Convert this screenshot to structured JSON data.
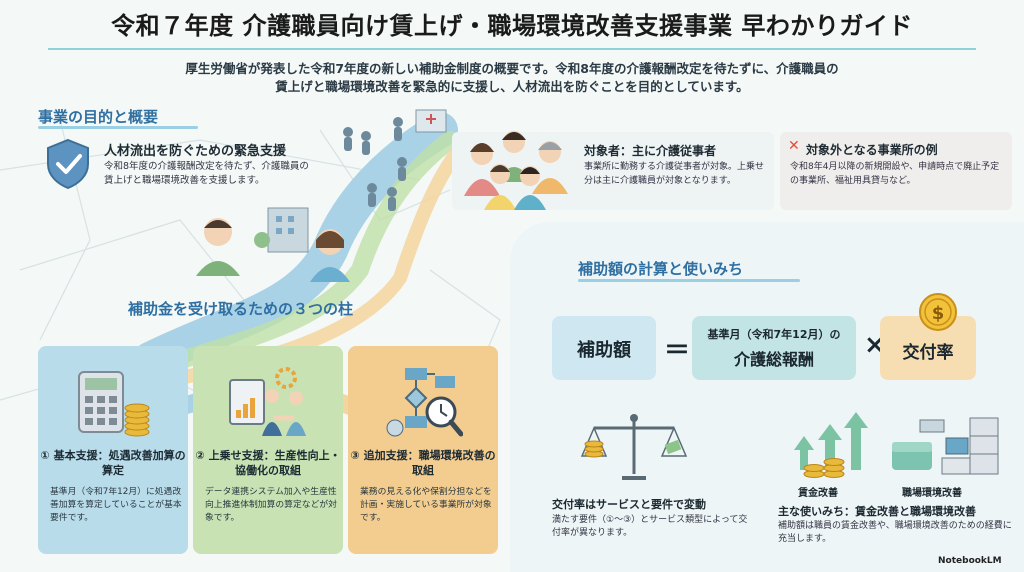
{
  "title": "令和７年度 介護職員向け賃上げ・職場環境改善支援事業 早わかりガイド",
  "intro": "厚生労働省が発表した令和7年度の新しい補助金制度の概要です。令和8年度の介護報酬改定を待たずに、介護職員の賃上げと職場環境改善を緊急的に支援し、人材流出を防ぐことを目的としています。",
  "purpose": {
    "section_title": "事業の目的と概要",
    "heading": "人材流出を防ぐための緊急支援",
    "body": "令和8年度の介護報酬改定を待たず、介護職員の賃上げと職場環境改善を支援します。"
  },
  "target": {
    "heading": "対象者：主に介護従事者",
    "body": "事業所に勤務する介護従事者が対象。上乗せ分は主に介護職員が対象となります。"
  },
  "excluded": {
    "mark": "✕",
    "heading": "対象外となる事業所の例",
    "body": "令和8年4月以降の新規開設や、申請時点で廃止予定の事業所、福祉用具貸与など。"
  },
  "pillars": {
    "title": "補助金を受け取るための３つの柱",
    "items": [
      {
        "heading": "① 基本支援：処遇改善加算の算定",
        "body": "基準月（令和7年12月）に処遇改善加算を算定していることが基本要件です。",
        "color": "#b9dcea"
      },
      {
        "heading": "② 上乗せ支援：生産性向上・協働化の取組",
        "body": "データ連携システム加入や生産性向上推進体制加算の算定などが対象です。",
        "color": "#c8e2b3"
      },
      {
        "heading": "③ 追加支援：職場環境改善の取組",
        "body": "業務の見える化や保割分担などを計画・実施している事業所が対象です。",
        "color": "#f3cd8f"
      }
    ]
  },
  "calc": {
    "section_title": "補助額の計算と使いみち",
    "amount_label": "補助額",
    "equals": "＝",
    "base_small": "基準月（令和7年12月）の",
    "base_label": "介護総報酬",
    "times": "×",
    "rate_label": "交付率",
    "rate_heading": "交付率はサービスと要件で変動",
    "rate_body": "満たす要件（①〜③）とサービス類型によって交付率が異なります。",
    "wage_label": "賃金改善",
    "env_label": "職場環境改善",
    "use_heading": "主な使いみち：賃金改善と職場環境改善",
    "use_body": "補助額は職員の賃金改善や、職場環境改善のための経費に充当します。"
  },
  "brand": "NotebookLM"
}
